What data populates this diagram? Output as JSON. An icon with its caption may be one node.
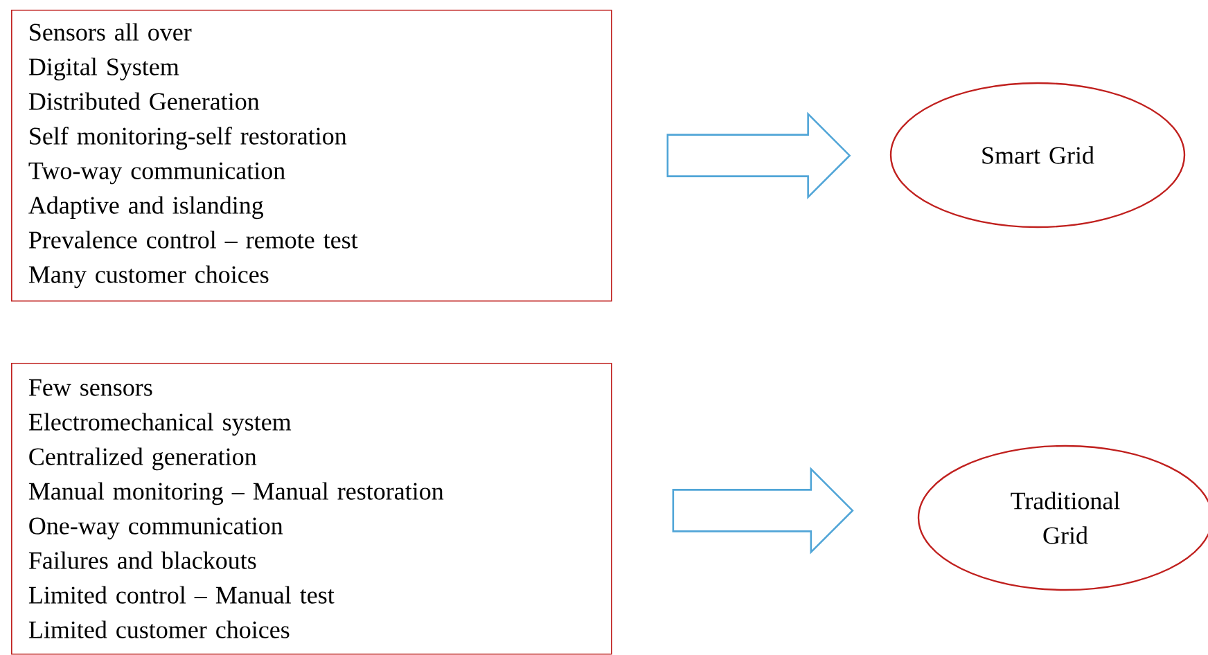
{
  "diagram": {
    "nodes": [
      {
        "text": [
          "Sensors all over",
          "Digital System",
          "Distributed Generation",
          "Self monitoring-self restoration",
          "Two-way communication",
          "Adaptive and islanding",
          "Prevalence control – remote test",
          "Many customer choices"
        ]
      },
      {
        "text": [
          "Smart Grid"
        ]
      },
      {
        "text": [
          "Few sensors",
          "Electromechanical system",
          "Centralized generation",
          "Manual monitoring – Manual restoration",
          "One-way communication",
          "Failures and blackouts",
          "Limited control – Manual test",
          "Limited customer choices"
        ]
      },
      {
        "text": [
          "Traditional Grid"
        ]
      }
    ],
    "edges": [
      {
        "from": 0,
        "to": 1,
        "arrow": "to"
      },
      {
        "from": 2,
        "to": 3,
        "arrow": "to"
      }
    ]
  }
}
